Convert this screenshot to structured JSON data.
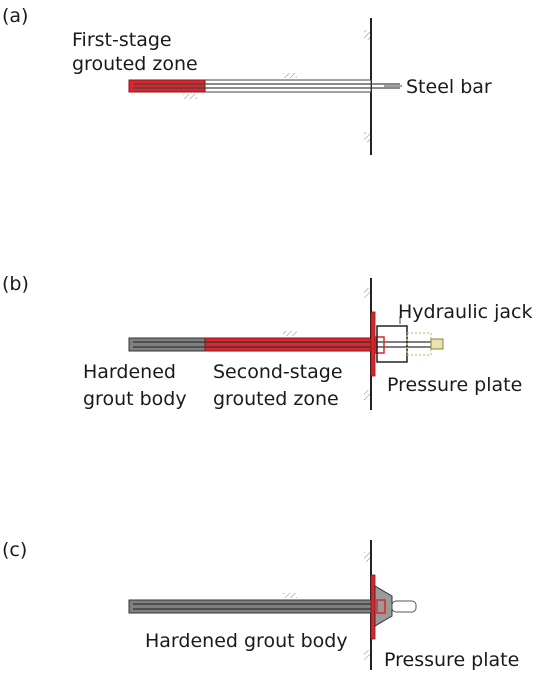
{
  "colors": {
    "grout": "#d9272e",
    "hardened": "#808080",
    "line": "#222222",
    "bar": "#555555",
    "jack": "#c9c07a"
  },
  "panels": {
    "a": {
      "tag": "(a)",
      "label_first_1": "First-stage",
      "label_first_2": "grouted zone",
      "label_steel_bar": "Steel bar"
    },
    "b": {
      "tag": "(b)",
      "label_jack": "Hydraulic jack",
      "label_hardened_1": "Hardened",
      "label_hardened_2": "grout body",
      "label_second_1": "Second-stage",
      "label_second_2": "grouted zone",
      "label_plate": "Pressure plate"
    },
    "c": {
      "tag": "(c)",
      "label_hardened": "Hardened grout body",
      "label_plate": "Pressure plate"
    }
  }
}
